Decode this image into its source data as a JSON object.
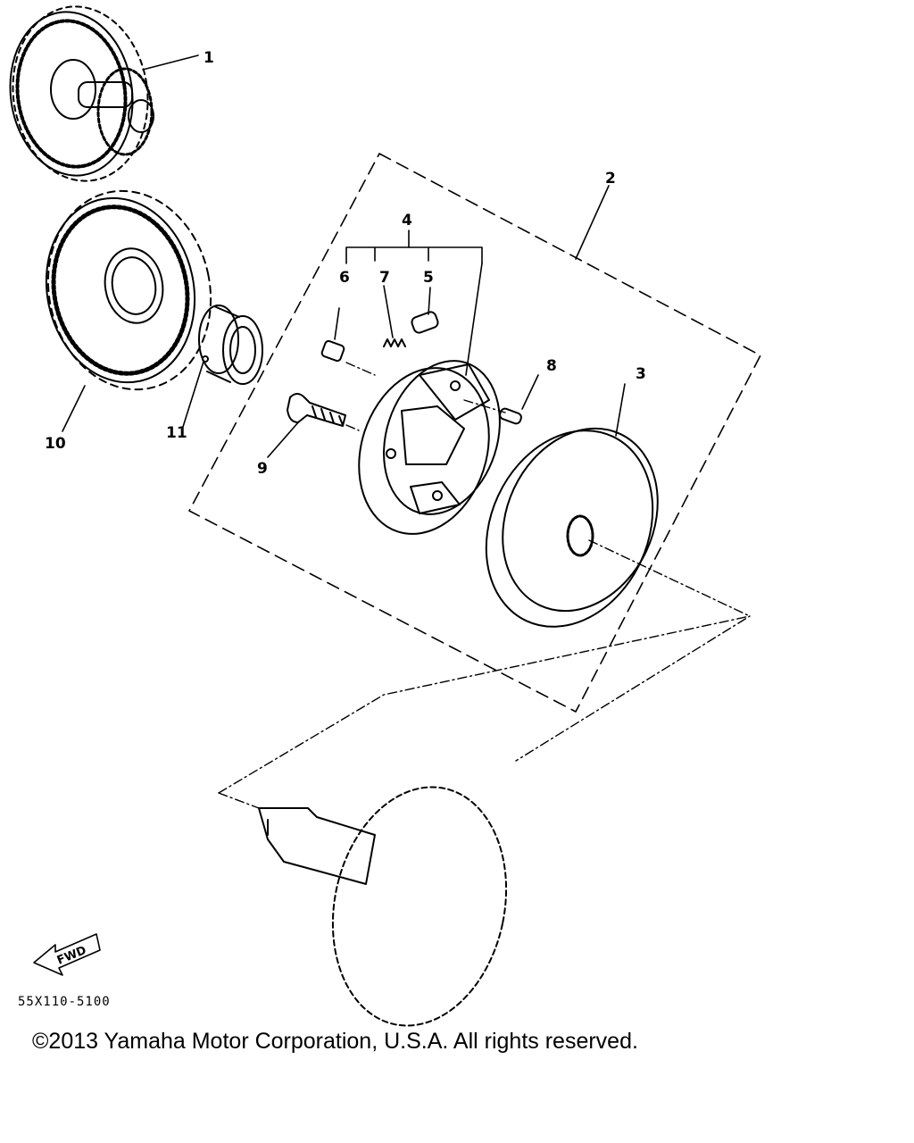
{
  "callouts": {
    "c1": "1",
    "c2": "2",
    "c3": "3",
    "c4": "4",
    "c5": "5",
    "c6": "6",
    "c7": "7",
    "c8": "8",
    "c9": "9",
    "c10": "10",
    "c11": "11"
  },
  "fwd_label": "FWD",
  "drawing_code": "55X110-5100",
  "copyright": "©2013 Yamaha Motor Corporation, U.S.A. All rights reserved."
}
